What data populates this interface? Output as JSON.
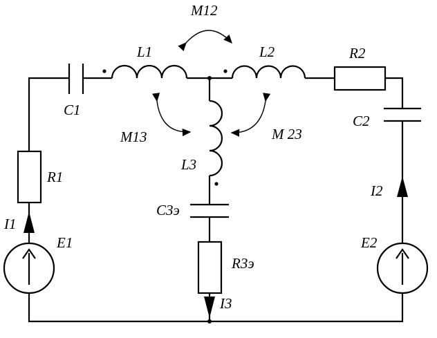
{
  "labels": {
    "M12": "M12",
    "L1": "L1",
    "L2": "L2",
    "R2": "R2",
    "C1": "C1",
    "C2": "C2",
    "M13": "M13",
    "M23": "M 23",
    "L3": "L3",
    "R1": "R1",
    "I1": "I1",
    "E1": "E1",
    "C3": "C3э",
    "R3": "R3э",
    "I2": "I2",
    "E2": "E2",
    "I3": "I3"
  }
}
